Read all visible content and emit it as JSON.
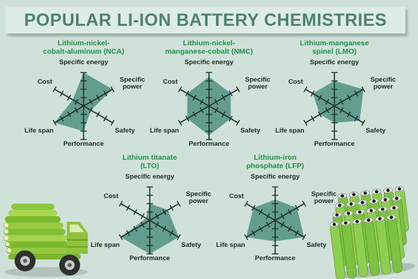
{
  "theme": {
    "background": "#cfe1d9",
    "banner_bg": "#ddece5",
    "banner_text_color": "#4f8172",
    "chart_title_green": "#1f9245",
    "axis_color": "#1d332c",
    "radar_fill": "#5d998b",
    "label_color": "#1c2a25",
    "battery_green": "#7cc142"
  },
  "banner": {
    "title": "POPULAR LI-ION BATTERY CHEMISTRIES"
  },
  "axes": {
    "specific_energy": "Specific energy",
    "specific_power_line1": "Specific",
    "specific_power_line2": "power",
    "safety": "Safety",
    "performance": "Performance",
    "life_span": "Life span",
    "cost": "Cost"
  },
  "images": {
    "left": "battery-cell-truck-illustration",
    "right": "battery-cell-pack-illustration"
  },
  "chart_data": [
    {
      "type": "radar",
      "id": "NCA",
      "title_lines": [
        "Lithium-nickel-",
        "cobalt-aluminum (NCA)"
      ],
      "axes": [
        "Specific energy",
        "Specific power",
        "Safety",
        "Performance",
        "Life span",
        "Cost"
      ],
      "values": [
        4,
        4,
        1,
        3,
        4,
        1.5
      ],
      "scale_max": 4,
      "ticks_per_axis": 4
    },
    {
      "type": "radar",
      "id": "NMC",
      "title_lines": [
        "Lithium-nickel-",
        "manganese-cobalt (NMC)"
      ],
      "axes": [
        "Specific energy",
        "Specific power",
        "Safety",
        "Performance",
        "Life span",
        "Cost"
      ],
      "values": [
        3.5,
        3,
        3,
        3.5,
        3,
        3
      ],
      "scale_max": 4,
      "ticks_per_axis": 4
    },
    {
      "type": "radar",
      "id": "LMO",
      "title_lines": [
        "Lithium-manganese",
        "spinel (LMO)"
      ],
      "axes": [
        "Specific energy",
        "Specific power",
        "Safety",
        "Performance",
        "Life span",
        "Cost"
      ],
      "values": [
        3,
        4,
        3.5,
        2,
        2,
        3
      ],
      "scale_max": 4,
      "ticks_per_axis": 4
    },
    {
      "type": "radar",
      "id": "LTO",
      "title_lines": [
        "Lithium titanate",
        "(LTO)"
      ],
      "axes": [
        "Specific energy",
        "Specific power",
        "Safety",
        "Performance",
        "Life span",
        "Cost"
      ],
      "values": [
        2,
        2.5,
        4,
        4,
        4,
        0.5
      ],
      "scale_max": 4,
      "ticks_per_axis": 4
    },
    {
      "type": "radar",
      "id": "LFP",
      "title_lines": [
        "Lithium-iron",
        "phosphate (LFP)"
      ],
      "axes": [
        "Specific energy",
        "Specific power",
        "Safety",
        "Performance",
        "Life span",
        "Cost"
      ],
      "values": [
        2.5,
        3,
        4,
        2.5,
        4,
        3
      ],
      "scale_max": 4,
      "ticks_per_axis": 4
    }
  ]
}
